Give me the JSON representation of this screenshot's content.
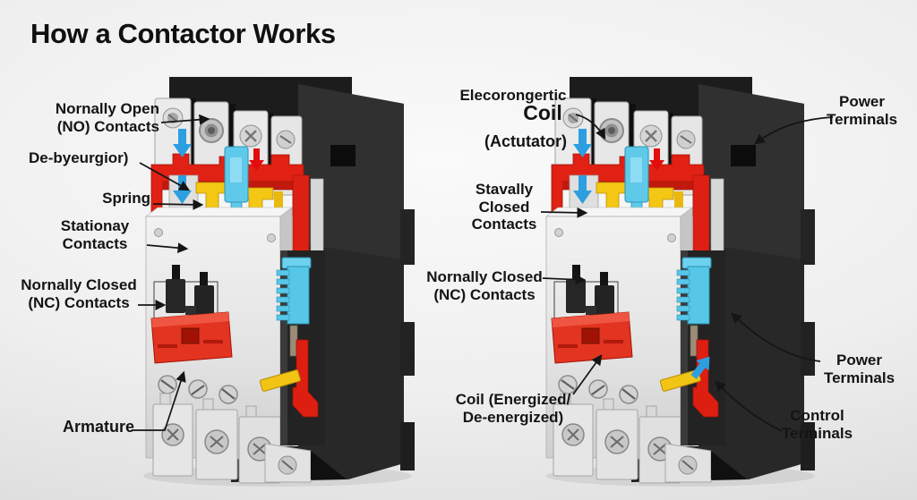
{
  "title": "How a Contactor Works",
  "left_diagram": {
    "labels": {
      "no_contacts": "Nornally Open\n(NO) Contacts",
      "de_energized": "De-byeurgior)",
      "spring": "Spring",
      "stationary_contacts": "Stationay\nContacts",
      "nc_contacts": "Nornally Closed\n(NC) Contacts",
      "armature": "Armature"
    }
  },
  "right_diagram": {
    "labels": {
      "electromagnetic_coil_line1": "Elecorongertic",
      "electromagnetic_coil_line2": "Coil",
      "actuator": "(Actutator)",
      "closed_contacts": "Stavally\nClosed\nContacts",
      "nc_contacts": "Nornally Closed\n(NC) Contacts",
      "coil_state": "Coil (Energized/\nDe-energized)",
      "power_terminals_top": "Power\nTerminals",
      "power_terminals_side": "Power\nTerminals",
      "control_terminals": "Control\nTerminals"
    }
  },
  "colors": {
    "cutaway_red": "#e02114",
    "actuator_yellow": "#f2c414",
    "coil_cyan": "#57c7e7",
    "arrow_blue": "#2d9fe1",
    "arrow_red": "#e30d0d",
    "housing_black": "#272727",
    "body_gray": "#e6e6e6",
    "label_text": "#141414"
  }
}
